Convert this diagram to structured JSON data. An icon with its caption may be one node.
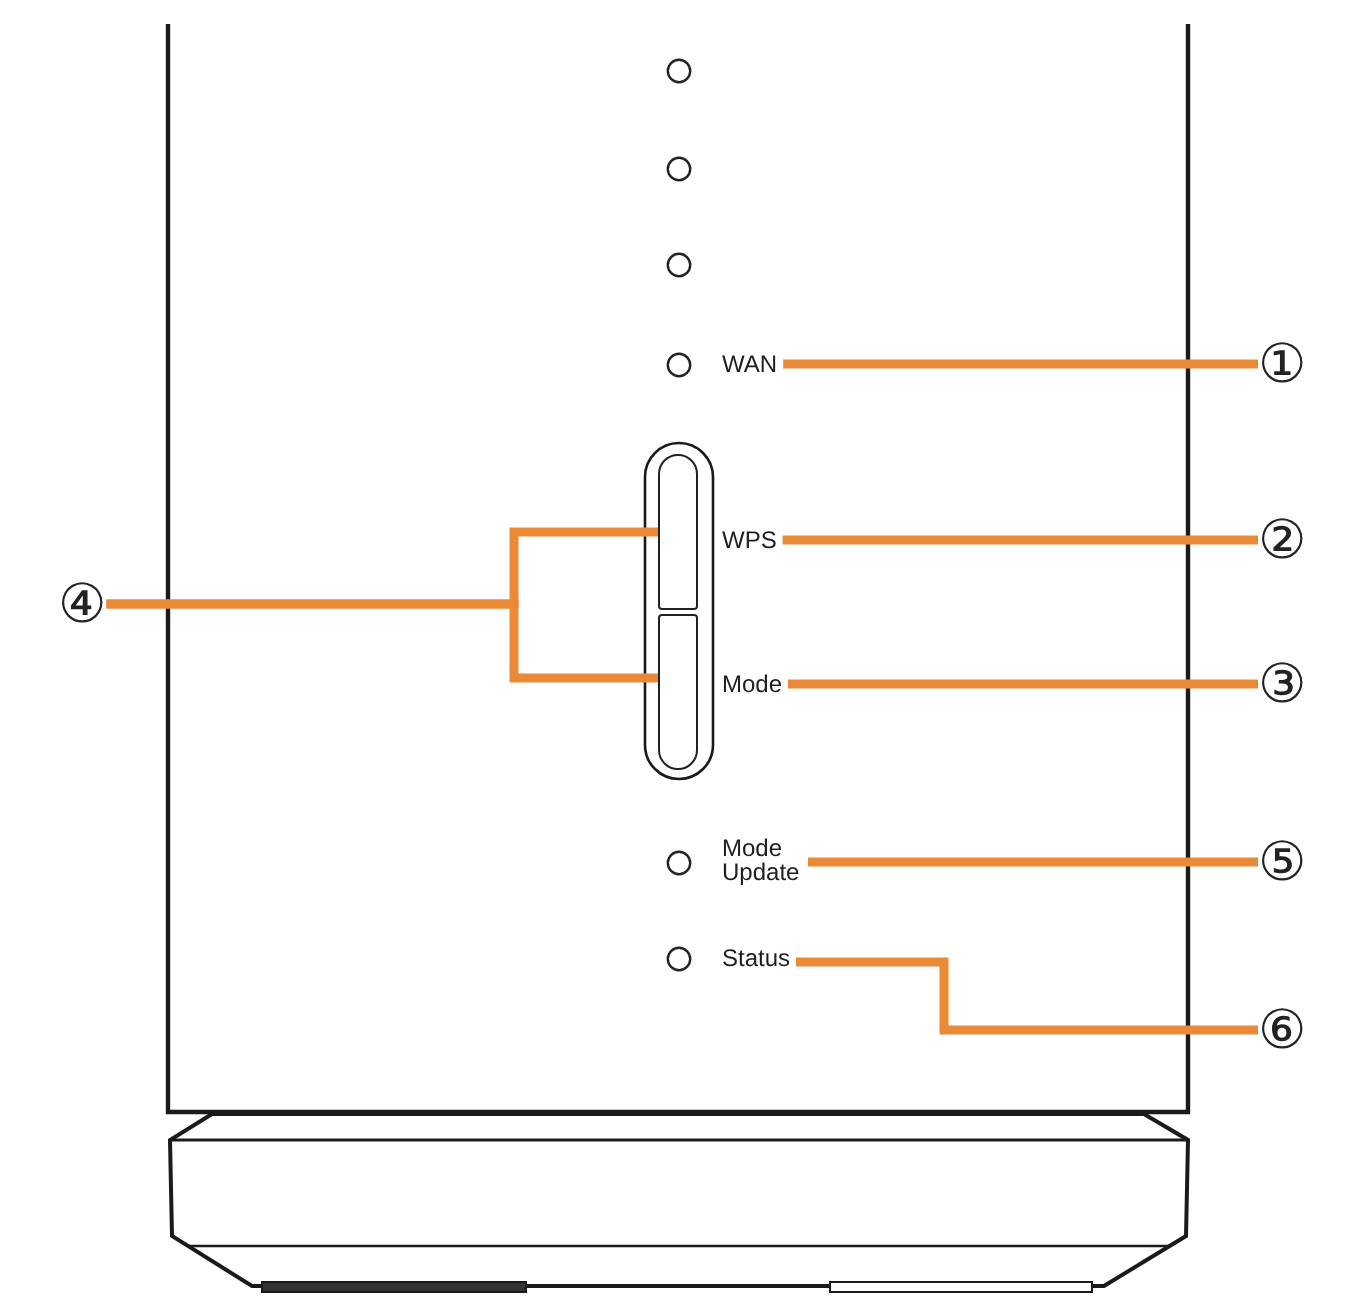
{
  "diagram": {
    "nodes": [
      {
        "text": [
          "WAN"
        ]
      },
      {
        "text": [
          "①"
        ]
      },
      {
        "text": [],
        "shape": "box"
      },
      {
        "text": [
          "WPS"
        ]
      },
      {
        "text": [
          "②"
        ]
      },
      {
        "text": [
          "④"
        ]
      },
      {
        "text": [],
        "shape": "box"
      },
      {
        "text": [
          "Mode"
        ]
      },
      {
        "text": [
          "③"
        ]
      },
      {
        "text": [
          "Mode Update"
        ]
      },
      {
        "text": [
          "⑤"
        ]
      },
      {
        "text": [
          "Status"
        ]
      },
      {
        "text": [
          "⑥"
        ]
      }
    ],
    "edges": [
      {
        "from": 1,
        "to": 0,
        "arrow": "none"
      },
      {
        "from": 4,
        "to": 3,
        "arrow": "none"
      },
      {
        "from": 5,
        "to": 2,
        "arrow": "none"
      },
      {
        "from": 5,
        "to": 6,
        "arrow": "none"
      },
      {
        "from": 8,
        "to": 7,
        "arrow": "none"
      },
      {
        "from": 10,
        "to": 9,
        "arrow": "none"
      },
      {
        "from": 12,
        "to": 11,
        "arrow": "none"
      }
    ]
  }
}
